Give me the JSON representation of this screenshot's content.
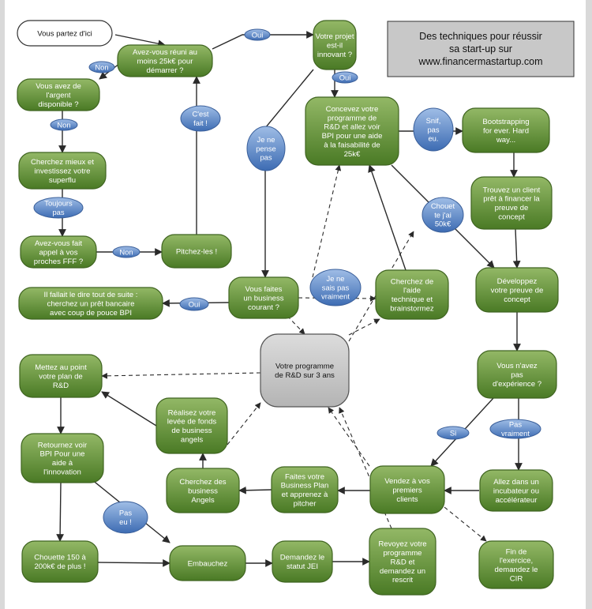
{
  "title_box": {
    "lines": [
      "Des techniques pour réussir",
      "sa start-up sur",
      "www.financermastartup.com"
    ]
  },
  "nodes": {
    "start": [
      "Vous partez d'ici"
    ],
    "q_25k": [
      "Avez-vous réuni au",
      "moins 25k€ pour",
      "démarrer ?"
    ],
    "q_innovant": [
      "Votre projet",
      "est-il",
      "innovant ?"
    ],
    "q_argent": [
      "Vous avez de",
      "l'argent",
      "disponible ?"
    ],
    "cherchez_mieux": [
      "Cherchez mieux et",
      "investissez votre",
      "superflu"
    ],
    "q_fff": [
      "Avez-vous fait",
      "appel à vos",
      "proches FFF ?"
    ],
    "pitchez": [
      "Pitchez-les !"
    ],
    "concevez": [
      "Concevez votre",
      "programme de",
      "R&D et allez voir",
      "BPI pour une aide",
      "à la faisabilité de",
      "25k€"
    ],
    "bootstrapping": [
      "Bootstrapping",
      "for ever. Hard",
      "way..."
    ],
    "client": [
      "Trouvez un client",
      "prêt à financer la",
      "preuve de",
      "concept"
    ],
    "pret_bancaire": [
      "Il fallait le dire tout de suite :",
      "cherchez un prêt bancaire",
      "avec coup de pouce BPI"
    ],
    "q_courant": [
      "Vous faites",
      "un business",
      "courant ?"
    ],
    "aide_technique": [
      "Cherchez de",
      "l'aide",
      "technique et",
      "brainstormez"
    ],
    "preuve_concept": [
      "Développez",
      "votre preuve de",
      "concept"
    ],
    "plan_rd": [
      "Mettez au point",
      "votre plan de",
      "R&D"
    ],
    "programme_3ans": [
      "Votre programme",
      "de R&D sur 3 ans"
    ],
    "q_experience": [
      "Vous n'avez",
      "pas",
      "d'expérience ?"
    ],
    "levee_fonds": [
      "Réalisez votre",
      "levée de fonds",
      "de business",
      "angels"
    ],
    "retournez_bpi": [
      "Retournez voir",
      "BPI Pour une",
      "aide à",
      "l'innovation"
    ],
    "business_angels": [
      "Cherchez des",
      "business",
      "Angels"
    ],
    "business_plan": [
      "Faites votre",
      "Business Plan",
      "et apprenez à",
      "pitcher"
    ],
    "premiers_clients": [
      "Vendez à vos",
      "premiers",
      "clients"
    ],
    "incubateur": [
      "Allez dans un",
      "incubateur ou",
      "accélérateur"
    ],
    "chouette_150": [
      "Chouette 150 à",
      "200k€ de plus !"
    ],
    "embauchez": [
      "Embauchez"
    ],
    "jei": [
      "Demandez le",
      "statut JEI"
    ],
    "rescrit": [
      "Revoyez votre",
      "programme",
      "R&D et",
      "demandez un",
      "rescrit"
    ],
    "cir": [
      "Fin de",
      "l'exercice,",
      "demandez le",
      "CIR"
    ]
  },
  "labels": {
    "oui_1": [
      "Oui"
    ],
    "non_1": [
      "Non"
    ],
    "oui_2": [
      "Oui"
    ],
    "non_2": [
      "Non"
    ],
    "cest_fait": [
      "C'est",
      "fait !"
    ],
    "snif": [
      "Snif,",
      "pas",
      "eu."
    ],
    "je_ne_pense_pas": [
      "Je ne",
      "pense",
      "pas"
    ],
    "toujours_pas": [
      "Toujours",
      "pas"
    ],
    "non_3": [
      "Non"
    ],
    "chouette_50k": [
      "Chouet",
      "te j'ai",
      "50k€"
    ],
    "je_ne_sais_pas": [
      "Je ne",
      "sais pas",
      "vraiment"
    ],
    "oui_3": [
      "Oui"
    ],
    "si": [
      "Si"
    ],
    "pas_vraiment": [
      "Pas",
      "vraiment"
    ],
    "pas_eu": [
      "Pas",
      "eu !"
    ]
  },
  "colors": {
    "green_light": "#8aae5c",
    "green_dark": "#4b7a26",
    "green_stroke": "#3f6420",
    "blue_light": "#8fb0de",
    "blue_dark": "#3f6fb7",
    "grey_box": "#c8c8c8",
    "edge": "#2a2a2a"
  }
}
